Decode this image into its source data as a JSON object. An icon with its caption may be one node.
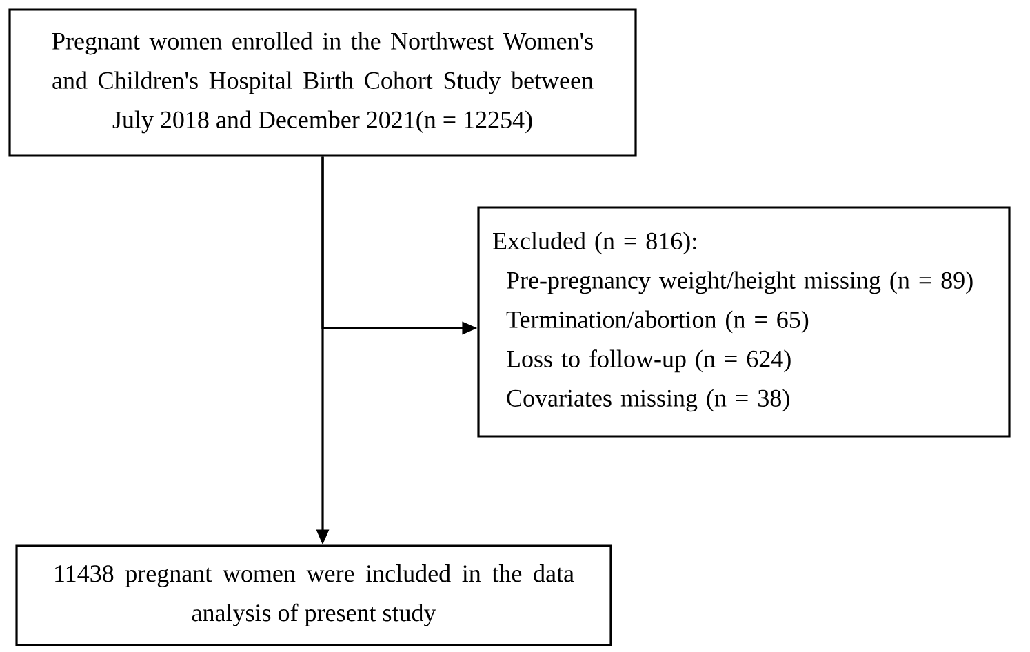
{
  "diagram": {
    "nodes": [
      {
        "text": [
          "Pregnant women enrolled in the Northwest Women's and Children's Hospital Birth Cohort Study between July 2018 and December 2021(n = 12254)"
        ]
      },
      {
        "text": [
          "Excluded (n = 816):",
          "Pre-pregnancy weight/height missing (n = 89)",
          "Termination/abortion (n = 65)",
          "Loss to follow-up (n = 624)",
          "Covariates missing (n = 38)"
        ]
      },
      {
        "text": [
          "11438 pregnant women were included in the data analysis of present study"
        ]
      }
    ],
    "edges": [
      {
        "from": 0,
        "to": 2,
        "arrow": "to"
      },
      {
        "from": 0,
        "to": 1,
        "arrow": "to"
      }
    ]
  }
}
